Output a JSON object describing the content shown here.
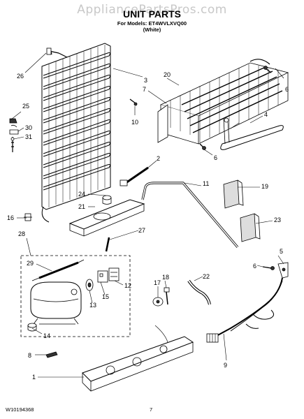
{
  "watermark": "AppliancePartsPros.com",
  "header": {
    "title": "UNIT PARTS",
    "models_line": "For Models: ET4WVLXVQ00",
    "color_line": "(White)"
  },
  "footer": {
    "doc_number": "W10194368",
    "page_number": "7"
  },
  "callouts": {
    "c1": "1",
    "c2": "2",
    "c3": "3",
    "c4": "4",
    "c5": "5",
    "c6a": "6",
    "c6b": "6",
    "c6c": "6",
    "c7": "7",
    "c8": "8",
    "c9": "9",
    "c10": "10",
    "c11": "11",
    "c12": "12",
    "c13": "13",
    "c14": "14",
    "c15": "15",
    "c16": "16",
    "c17": "17",
    "c18": "18",
    "c19": "19",
    "c20": "20",
    "c21": "21",
    "c22": "22",
    "c23": "23",
    "c24": "24",
    "c25": "25",
    "c26": "26",
    "c27": "27",
    "c28": "28",
    "c29": "29",
    "c30": "30",
    "c31": "31"
  }
}
